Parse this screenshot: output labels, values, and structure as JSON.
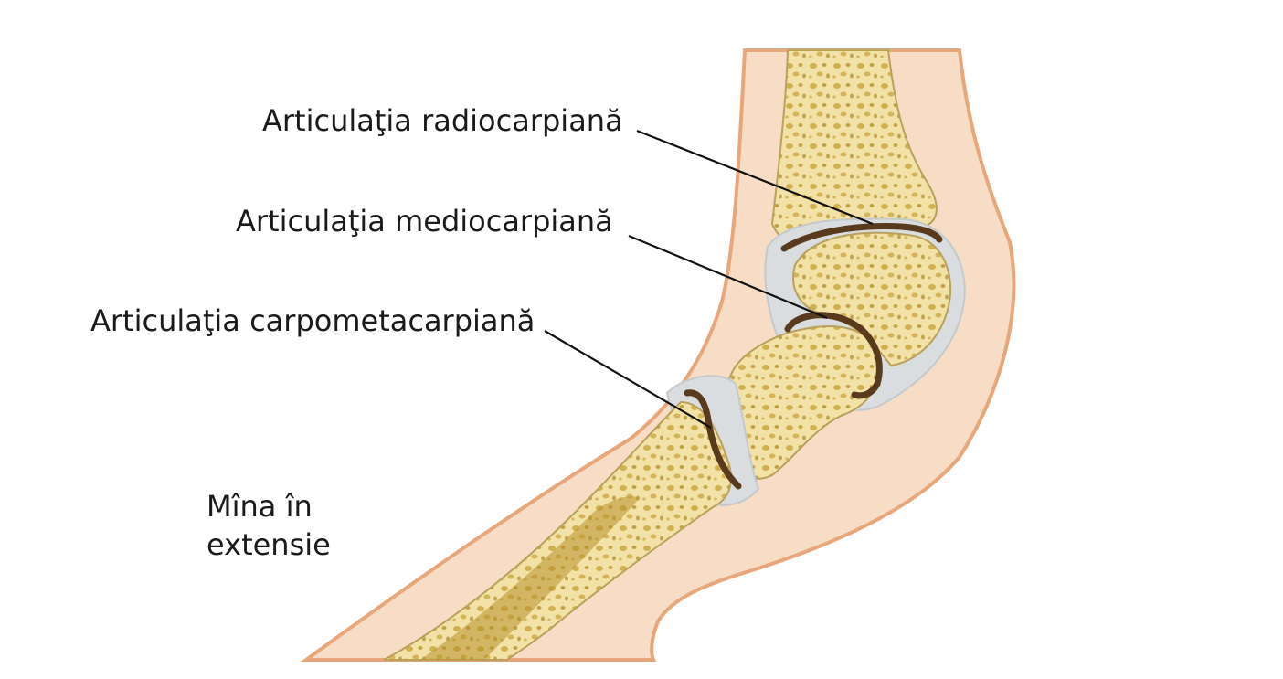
{
  "labels": {
    "radiocarpal": "Articulaţia radiocarpiană",
    "mediocarpal": "Articulaţia mediocarpiană",
    "carpometacarpal": "Articulaţia carpometacarpiană"
  },
  "caption": {
    "line1": "Mîna în",
    "line2": "extensie"
  },
  "colors": {
    "skin": "#f7dcc6",
    "skin_outline": "#e8a77a",
    "bone": "#f2e2a8",
    "bone_texture": "#c9a43a",
    "joint_line": "#5a3a1c",
    "cartilage": "#d9dde0",
    "leader_line": "#111111"
  }
}
